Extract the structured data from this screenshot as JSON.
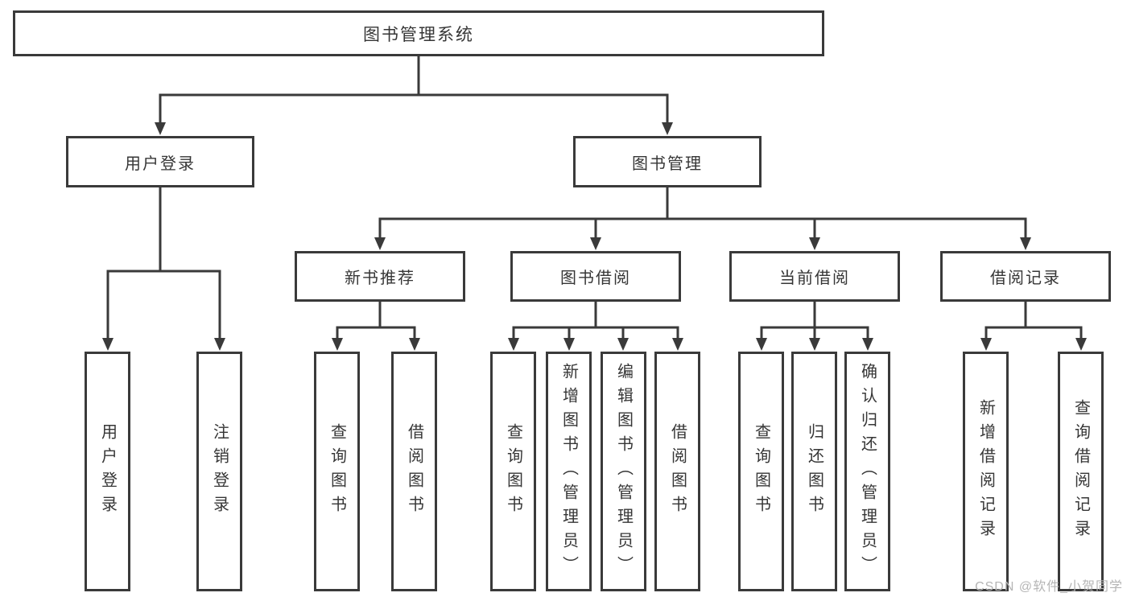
{
  "diagram": {
    "title": "图书管理系统",
    "tree": {
      "label": "图书管理系统",
      "children": [
        {
          "label": "用户登录",
          "children": [
            {
              "label": "用户登录"
            },
            {
              "label": "注销登录"
            }
          ]
        },
        {
          "label": "图书管理",
          "children": [
            {
              "label": "新书推荐",
              "children": [
                {
                  "label": "查询图书"
                },
                {
                  "label": "借阅图书"
                }
              ]
            },
            {
              "label": "图书借阅",
              "children": [
                {
                  "label": "查询图书"
                },
                {
                  "label": "新增图书（管理员）"
                },
                {
                  "label": "编辑图书（管理员）"
                },
                {
                  "label": "借阅图书"
                }
              ]
            },
            {
              "label": "当前借阅",
              "children": [
                {
                  "label": "查询图书"
                },
                {
                  "label": "归还图书"
                },
                {
                  "label": "确认归还（管理员）"
                }
              ]
            },
            {
              "label": "借阅记录",
              "children": [
                {
                  "label": "新增借阅记录"
                },
                {
                  "label": "查询借阅记录"
                }
              ]
            }
          ]
        }
      ]
    }
  },
  "watermark": {
    "text": "CSDN @软件_小贺同学"
  },
  "colors": {
    "line": "#3a3a3a",
    "box_border": "#3a3a3a",
    "text": "#363636",
    "background": "#ffffff",
    "watermark": "#b5b5b5"
  }
}
